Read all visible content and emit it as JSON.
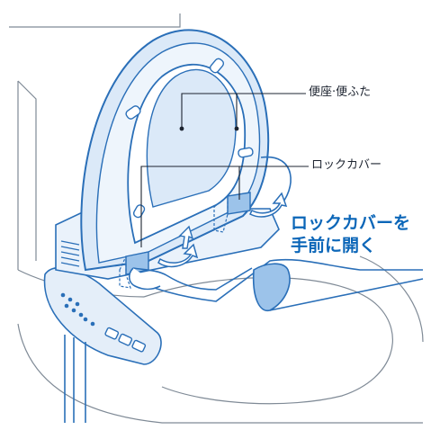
{
  "labels": {
    "seat_and_lid": "便座·便ふた",
    "lock_cover": "ロックカバー"
  },
  "instruction": {
    "line1": "ロックカバーを",
    "line2": "手前に開く"
  },
  "colors": {
    "outline": "#2a6fb8",
    "seat_fill": "#dbe9f8",
    "seat_inner": "#ffffff",
    "highlight": "#9cc3ea",
    "instruction_text": "#0b66b8",
    "label_text": "#1d2430"
  }
}
